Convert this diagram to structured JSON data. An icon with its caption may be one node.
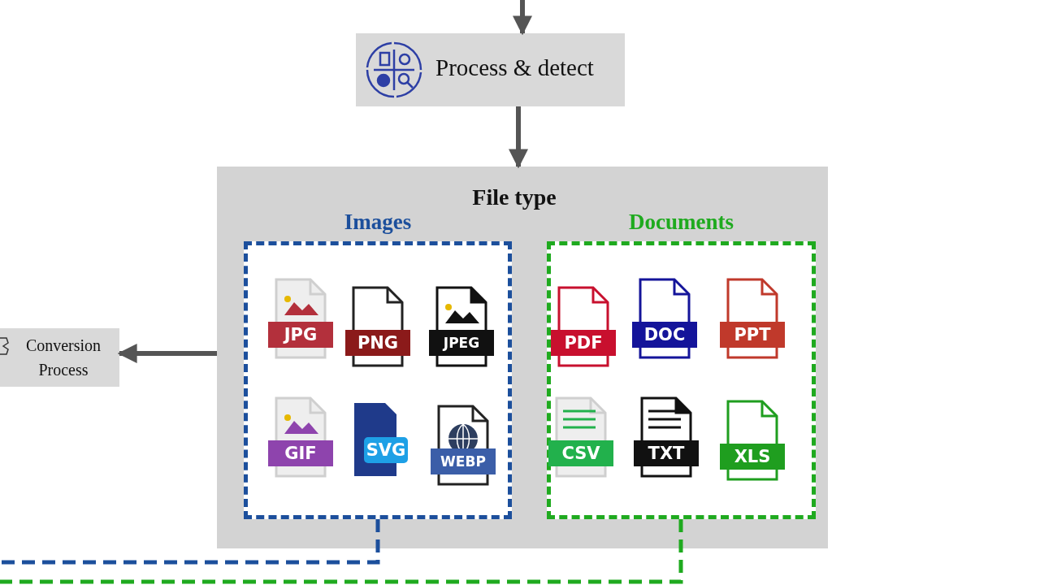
{
  "diagram": {
    "nodes": [
      {
        "text": [
          "Process & detect"
        ]
      },
      {
        "text": [
          "File type"
        ]
      },
      {
        "text": [
          "Images"
        ],
        "in": 1
      },
      {
        "text": [
          "Documents"
        ],
        "in": 1
      },
      {
        "text": [
          "Conversion Process"
        ]
      },
      {
        "text": [
          "JPG"
        ],
        "in": 2
      },
      {
        "text": [
          "PNG"
        ],
        "in": 2
      },
      {
        "text": [
          "JPEG"
        ],
        "in": 2
      },
      {
        "text": [
          "GIF"
        ],
        "in": 2
      },
      {
        "text": [
          "SVG"
        ],
        "in": 2
      },
      {
        "text": [
          "WEBP"
        ],
        "in": 2
      },
      {
        "text": [
          "PDF"
        ],
        "in": 3
      },
      {
        "text": [
          "DOC"
        ],
        "in": 3
      },
      {
        "text": [
          "PPT"
        ],
        "in": 3
      },
      {
        "text": [
          "CSV"
        ],
        "in": 3
      },
      {
        "text": [
          "TXT"
        ],
        "in": 3
      },
      {
        "text": [
          "XLS"
        ],
        "in": 3
      }
    ],
    "edges": [
      {
        "from": null,
        "to": 0,
        "arrow": "to"
      },
      {
        "from": 0,
        "to": 1,
        "arrow": "to"
      },
      {
        "from": 1,
        "to": 4,
        "arrow": "to"
      },
      {
        "from": 2,
        "to": null,
        "arrow": "none",
        "style": "dashed",
        "color": "#1c4f9c"
      },
      {
        "from": 3,
        "to": null,
        "arrow": "none",
        "style": "dashed",
        "color": "#1faa1f"
      }
    ]
  }
}
